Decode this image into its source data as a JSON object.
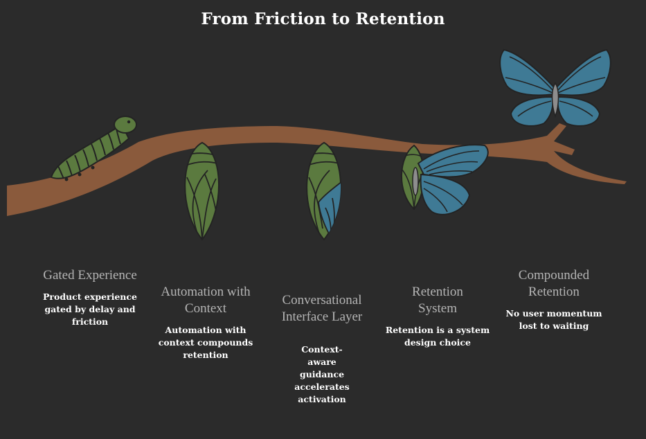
{
  "title": "From Friction to Retention",
  "colors": {
    "background": "#2b2b2b",
    "branch": "#8a5a3c",
    "caterpillar": "#5b7a3f",
    "chrysalis": "#5b7a3f",
    "butterfly": "#3f7a95",
    "outline": "#232323"
  },
  "stages": [
    {
      "heading": "Gated Experience",
      "description": "Product experience gated by delay and friction",
      "icon": "caterpillar-icon"
    },
    {
      "heading": "Automation with Context",
      "description": "Automation with context compounds retention",
      "icon": "chrysalis-icon"
    },
    {
      "heading": "Conversational Interface Layer",
      "description": "Context-aware guidance accelerates activation",
      "icon": "chrysalis-wing-icon"
    },
    {
      "heading": "Retention System",
      "description": "Retention is a system design choice",
      "icon": "emerging-butterfly-icon"
    },
    {
      "heading": "Compounded Retention",
      "description": "No user momentum lost to waiting",
      "icon": "butterfly-icon"
    }
  ]
}
